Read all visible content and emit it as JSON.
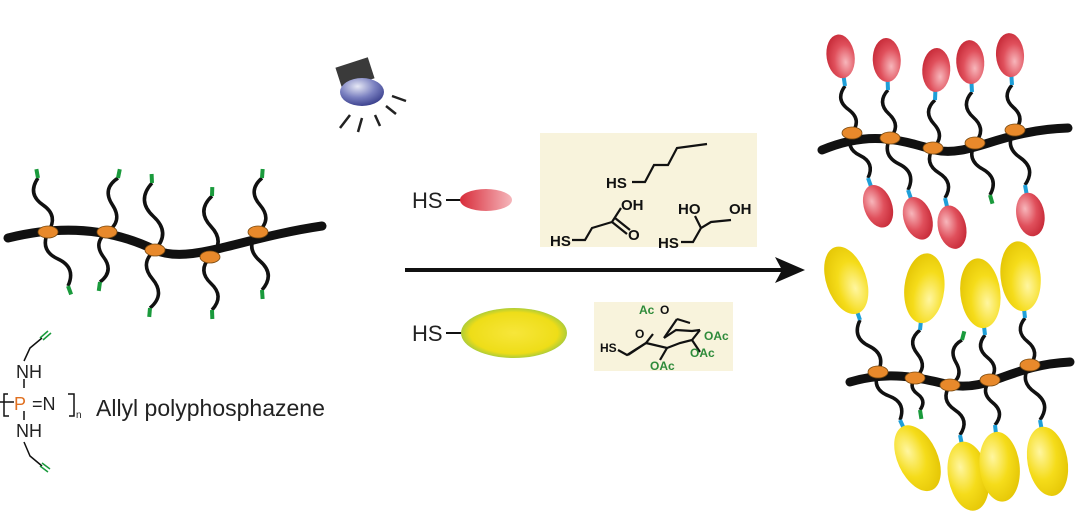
{
  "reagents": {
    "thiol_label": "HS",
    "small_thiols": {
      "pentanethiol": {
        "hs": "HS"
      },
      "mercaptopropionic_acid": {
        "hs": "HS",
        "oh": "OH",
        "o": "O"
      },
      "thioglycerol": {
        "hs": "HS",
        "ho": "HO",
        "oh": "OH"
      }
    },
    "thioglucose": {
      "hs": "HS",
      "ring_o": "O",
      "ac6": "Ac",
      "o6": "O",
      "oac": "OAc"
    }
  },
  "monomer": {
    "nh_top": "NH",
    "nh_bottom": "NH",
    "p": "P",
    "eq_n": "=N",
    "n": "n",
    "name": "Allyl polyphosphazene"
  },
  "colors": {
    "backbone": "#111111",
    "anchor": "#e8892b",
    "allyl": "#1a9a3c",
    "link": "#1f9fd8",
    "red_group": "#d9303e",
    "yellow_group": "#f2d40c",
    "box": "#f8f3dc"
  }
}
